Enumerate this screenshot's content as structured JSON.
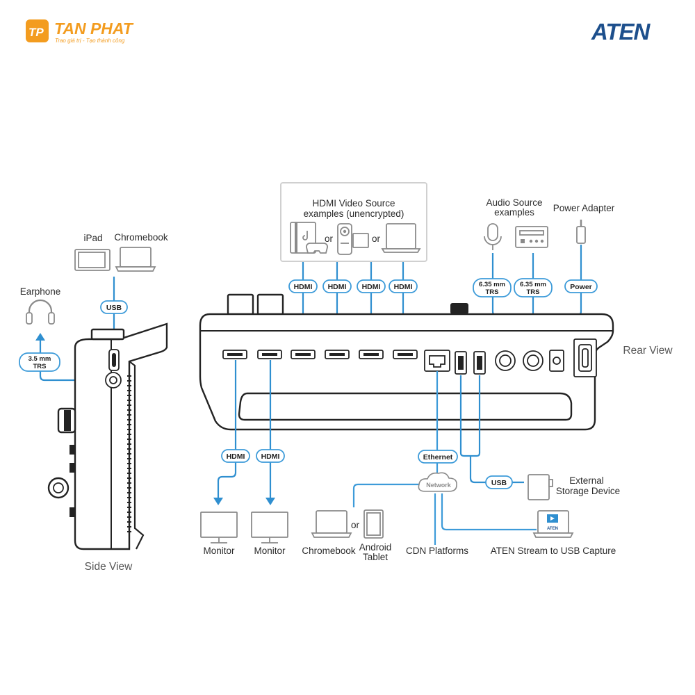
{
  "brand": {
    "tanphat_name": "TAN PHAT",
    "tanphat_slogan": "Trao giá trị - Tạo thành công",
    "aten_logo": "ATEN"
  },
  "views": {
    "side": "Side View",
    "rear": "Rear View"
  },
  "sources": {
    "hdmi_title_line1": "HDMI Video Source",
    "hdmi_title_line2": "examples (unencrypted)",
    "or": "or",
    "audio_title_line1": "Audio Source",
    "audio_title_line2": "examples",
    "power_title": "Power Adapter"
  },
  "tags": {
    "hdmi": "HDMI",
    "usb": "USB",
    "trs635_line1": "6.35 mm",
    "trs635_line2": "TRS",
    "trs35_line1": "3.5 mm",
    "trs35_line2": "TRS",
    "power": "Power",
    "ethernet": "Ethernet",
    "network": "Network"
  },
  "devices": {
    "ipad": "iPad",
    "chromebook_top": "Chromebook",
    "earphone": "Earphone",
    "monitor1": "Monitor",
    "monitor2": "Monitor",
    "chromebook_bottom": "Chromebook",
    "android_line1": "Android",
    "android_line2": "Tablet",
    "cdn": "CDN Platforms",
    "capture": "ATEN Stream to USB Capture",
    "storage_line1": "External",
    "storage_line2": "Storage Device",
    "laptop_screen_brand": "ATEN"
  },
  "colors": {
    "cable": "#3d9bd9",
    "device_outline": "#232323",
    "icon_gray": "#8a8a8a",
    "tanphat_orange": "#f39c1f",
    "aten_blue": "#1d4f8c"
  }
}
